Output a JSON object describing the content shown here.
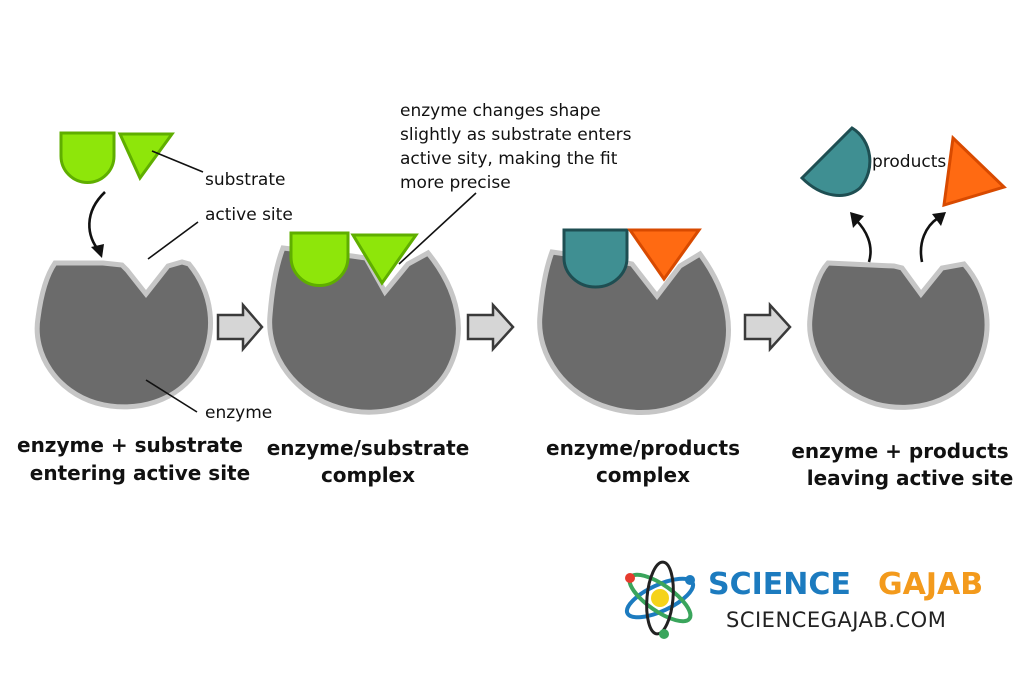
{
  "labels": {
    "substrate": "substrate",
    "active_site": "active site",
    "enzyme": "enzyme",
    "products": "products",
    "note_line1": "enzyme changes shape",
    "note_line2": "slightly as substrate enters",
    "note_line3": "active sity, making the fit",
    "note_line4": "more precise"
  },
  "captions": [
    {
      "line1": "enzyme + substrate",
      "line2": "entering active site"
    },
    {
      "line1": "enzyme/substrate",
      "line2": "complex"
    },
    {
      "line1": "enzyme/products",
      "line2": "complex"
    },
    {
      "line1": "enzyme + products",
      "line2": "leaving active site"
    }
  ],
  "logo": {
    "word1": "SCIENCE",
    "word2": "GAJAB",
    "url": "SCIENCEGAJAB.COM"
  },
  "colors": {
    "enzyme": "#6b6b6b",
    "substrate": "#8ee60a",
    "product_a": "#3f8f92",
    "product_b": "#ff6a12"
  }
}
